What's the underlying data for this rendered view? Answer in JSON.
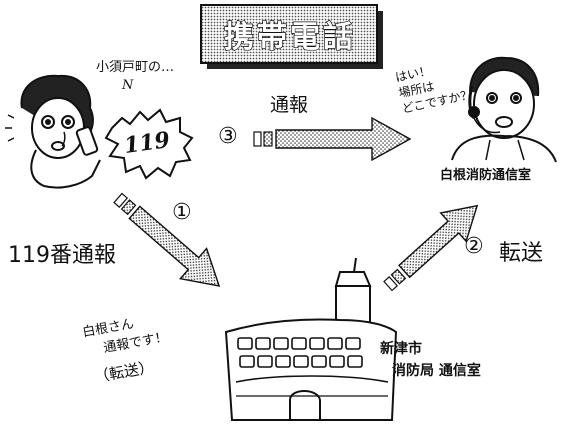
{
  "title": "携帯電話",
  "steps": {
    "step3": {
      "number": "③",
      "label": "通報"
    },
    "step1": {
      "number": "①",
      "label": "119番通報"
    },
    "step2": {
      "number": "②",
      "label": "転送"
    }
  },
  "speech": {
    "caller_murmur": "小須戸町の…",
    "caller_sound": "N",
    "emergency_number": "119",
    "dispatcher_reply": [
      "はい！",
      "場所は",
      "どこですか？"
    ],
    "office_speech": [
      "白根さん",
      "通報です！",
      "（転送）"
    ]
  },
  "places": {
    "shirone_center": "白根消防通信室",
    "niitsu_center": [
      "新津市",
      "消防局 通信室"
    ]
  }
}
